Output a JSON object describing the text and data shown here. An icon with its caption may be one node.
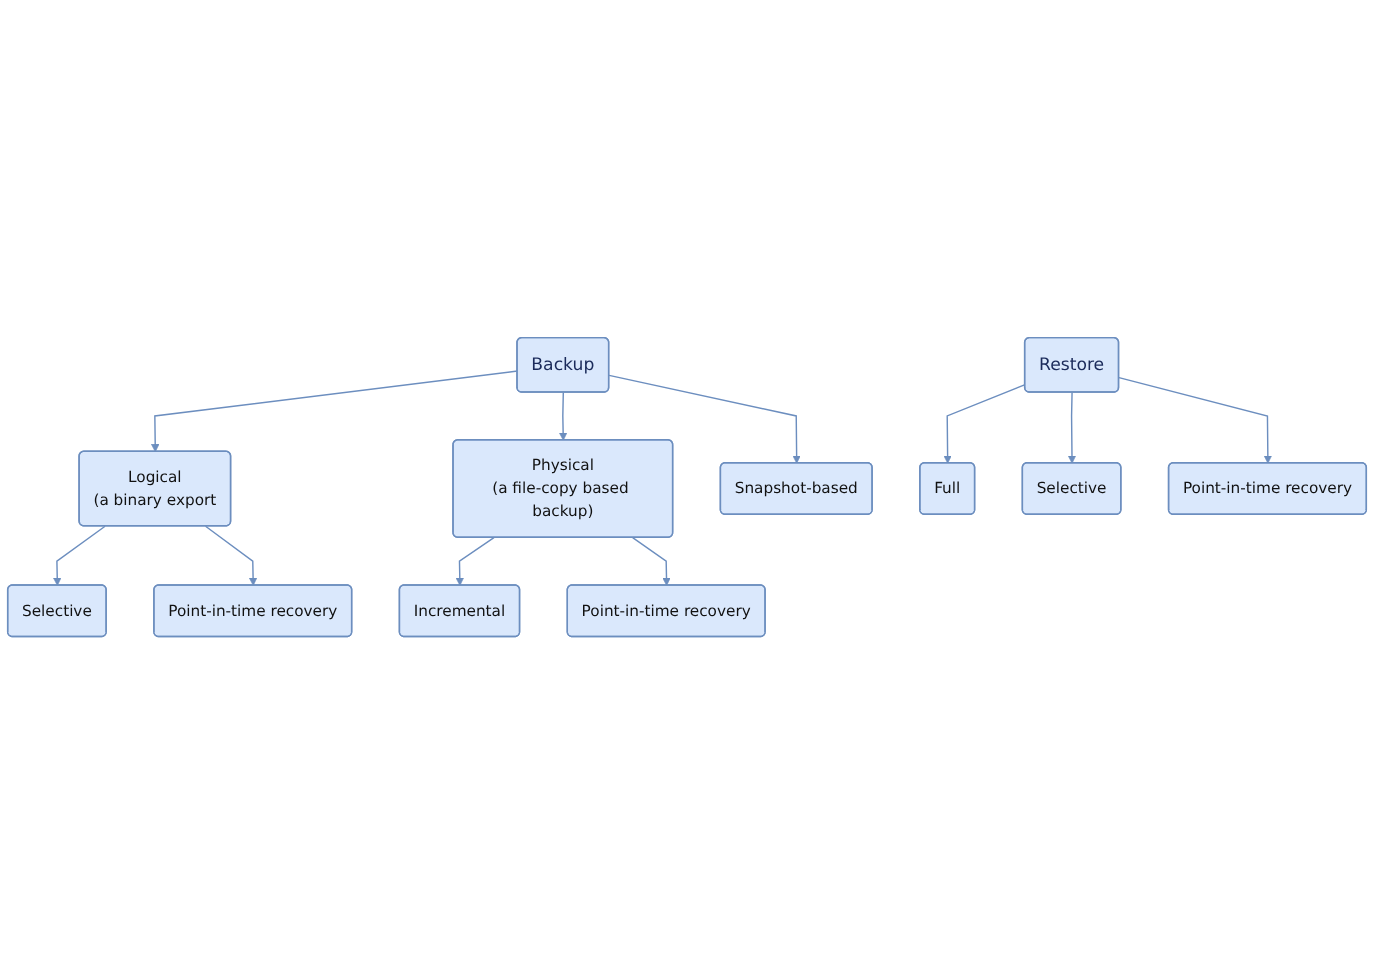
{
  "diagram": {
    "nodes": [
      {
        "text": [
          "Backup"
        ]
      },
      {
        "text": [
          "Logical",
          "(a binary export"
        ]
      },
      {
        "text": [
          "Physical",
          "(a file-copy based backup)"
        ]
      },
      {
        "text": [
          "Selective"
        ]
      },
      {
        "text": [
          "Point-in-time recovery"
        ]
      },
      {
        "text": [
          "Incremental"
        ]
      },
      {
        "text": [
          "Point-in-time recovery"
        ]
      },
      {
        "text": [
          "Snapshot-based"
        ]
      },
      {
        "text": [
          "Restore"
        ]
      },
      {
        "text": [
          "Full"
        ]
      },
      {
        "text": [
          "Selective"
        ]
      },
      {
        "text": [
          "Point-in-time recovery"
        ]
      }
    ],
    "edges": [
      {
        "from": 0,
        "to": 1,
        "arrow": "to"
      },
      {
        "from": 0,
        "to": 7,
        "arrow": "to"
      },
      {
        "from": 0,
        "to": 2,
        "arrow": "to"
      },
      {
        "from": 1,
        "to": 3,
        "arrow": "to"
      },
      {
        "from": 1,
        "to": 4,
        "arrow": "to"
      },
      {
        "from": 2,
        "to": 5,
        "arrow": "to"
      },
      {
        "from": 2,
        "to": 6,
        "arrow": "to"
      },
      {
        "from": 8,
        "to": 9,
        "arrow": "to"
      },
      {
        "from": 8,
        "to": 10,
        "arrow": "to"
      },
      {
        "from": 8,
        "to": 11,
        "arrow": "to"
      }
    ]
  }
}
